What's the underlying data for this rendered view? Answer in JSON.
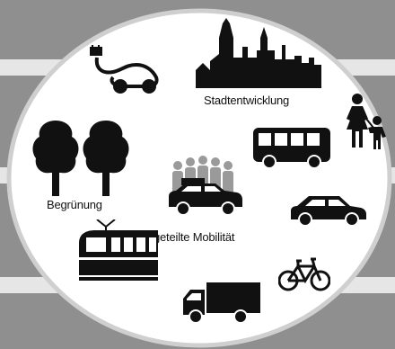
{
  "labels": {
    "urban_development": "Stadtentwicklung",
    "greening": "Begrünung",
    "shared_mobility": "geteilte Mobilität"
  },
  "colors": {
    "background": "#8f8f8f",
    "stripe": "#e6e6e6",
    "ellipse_fill": "#ffffff",
    "ellipse_border": "#cfcfcf",
    "icon": "#111111",
    "crowd": "#9a9a9a"
  },
  "icons": [
    "electric-car-plug-icon",
    "city-skyline-icon",
    "parent-with-child-icon",
    "trees-icon",
    "bus-icon",
    "shared-car-with-people-icon",
    "car-icon",
    "train-icon",
    "bicycle-icon",
    "truck-icon"
  ]
}
